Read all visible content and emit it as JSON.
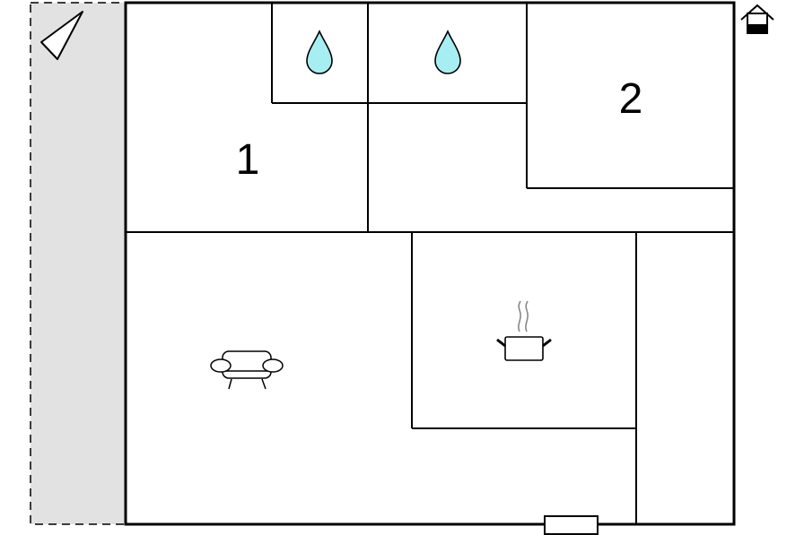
{
  "floorplan": {
    "rooms": [
      {
        "id": "bedroom-1",
        "label": "1"
      },
      {
        "id": "bedroom-2",
        "label": "2"
      }
    ],
    "icons": {
      "compass": "compass-icon",
      "floor": "floor-level-icon",
      "bathroom_1": "water-drop-icon",
      "bathroom_2": "water-drop-icon",
      "living": "sofa-icon",
      "kitchen": "cooking-pot-icon",
      "entrance": "door-icon"
    },
    "colors": {
      "water": "#a6eef2",
      "terrace": "#e2e2e2",
      "wall": "#000000",
      "steam": "#888888"
    }
  }
}
